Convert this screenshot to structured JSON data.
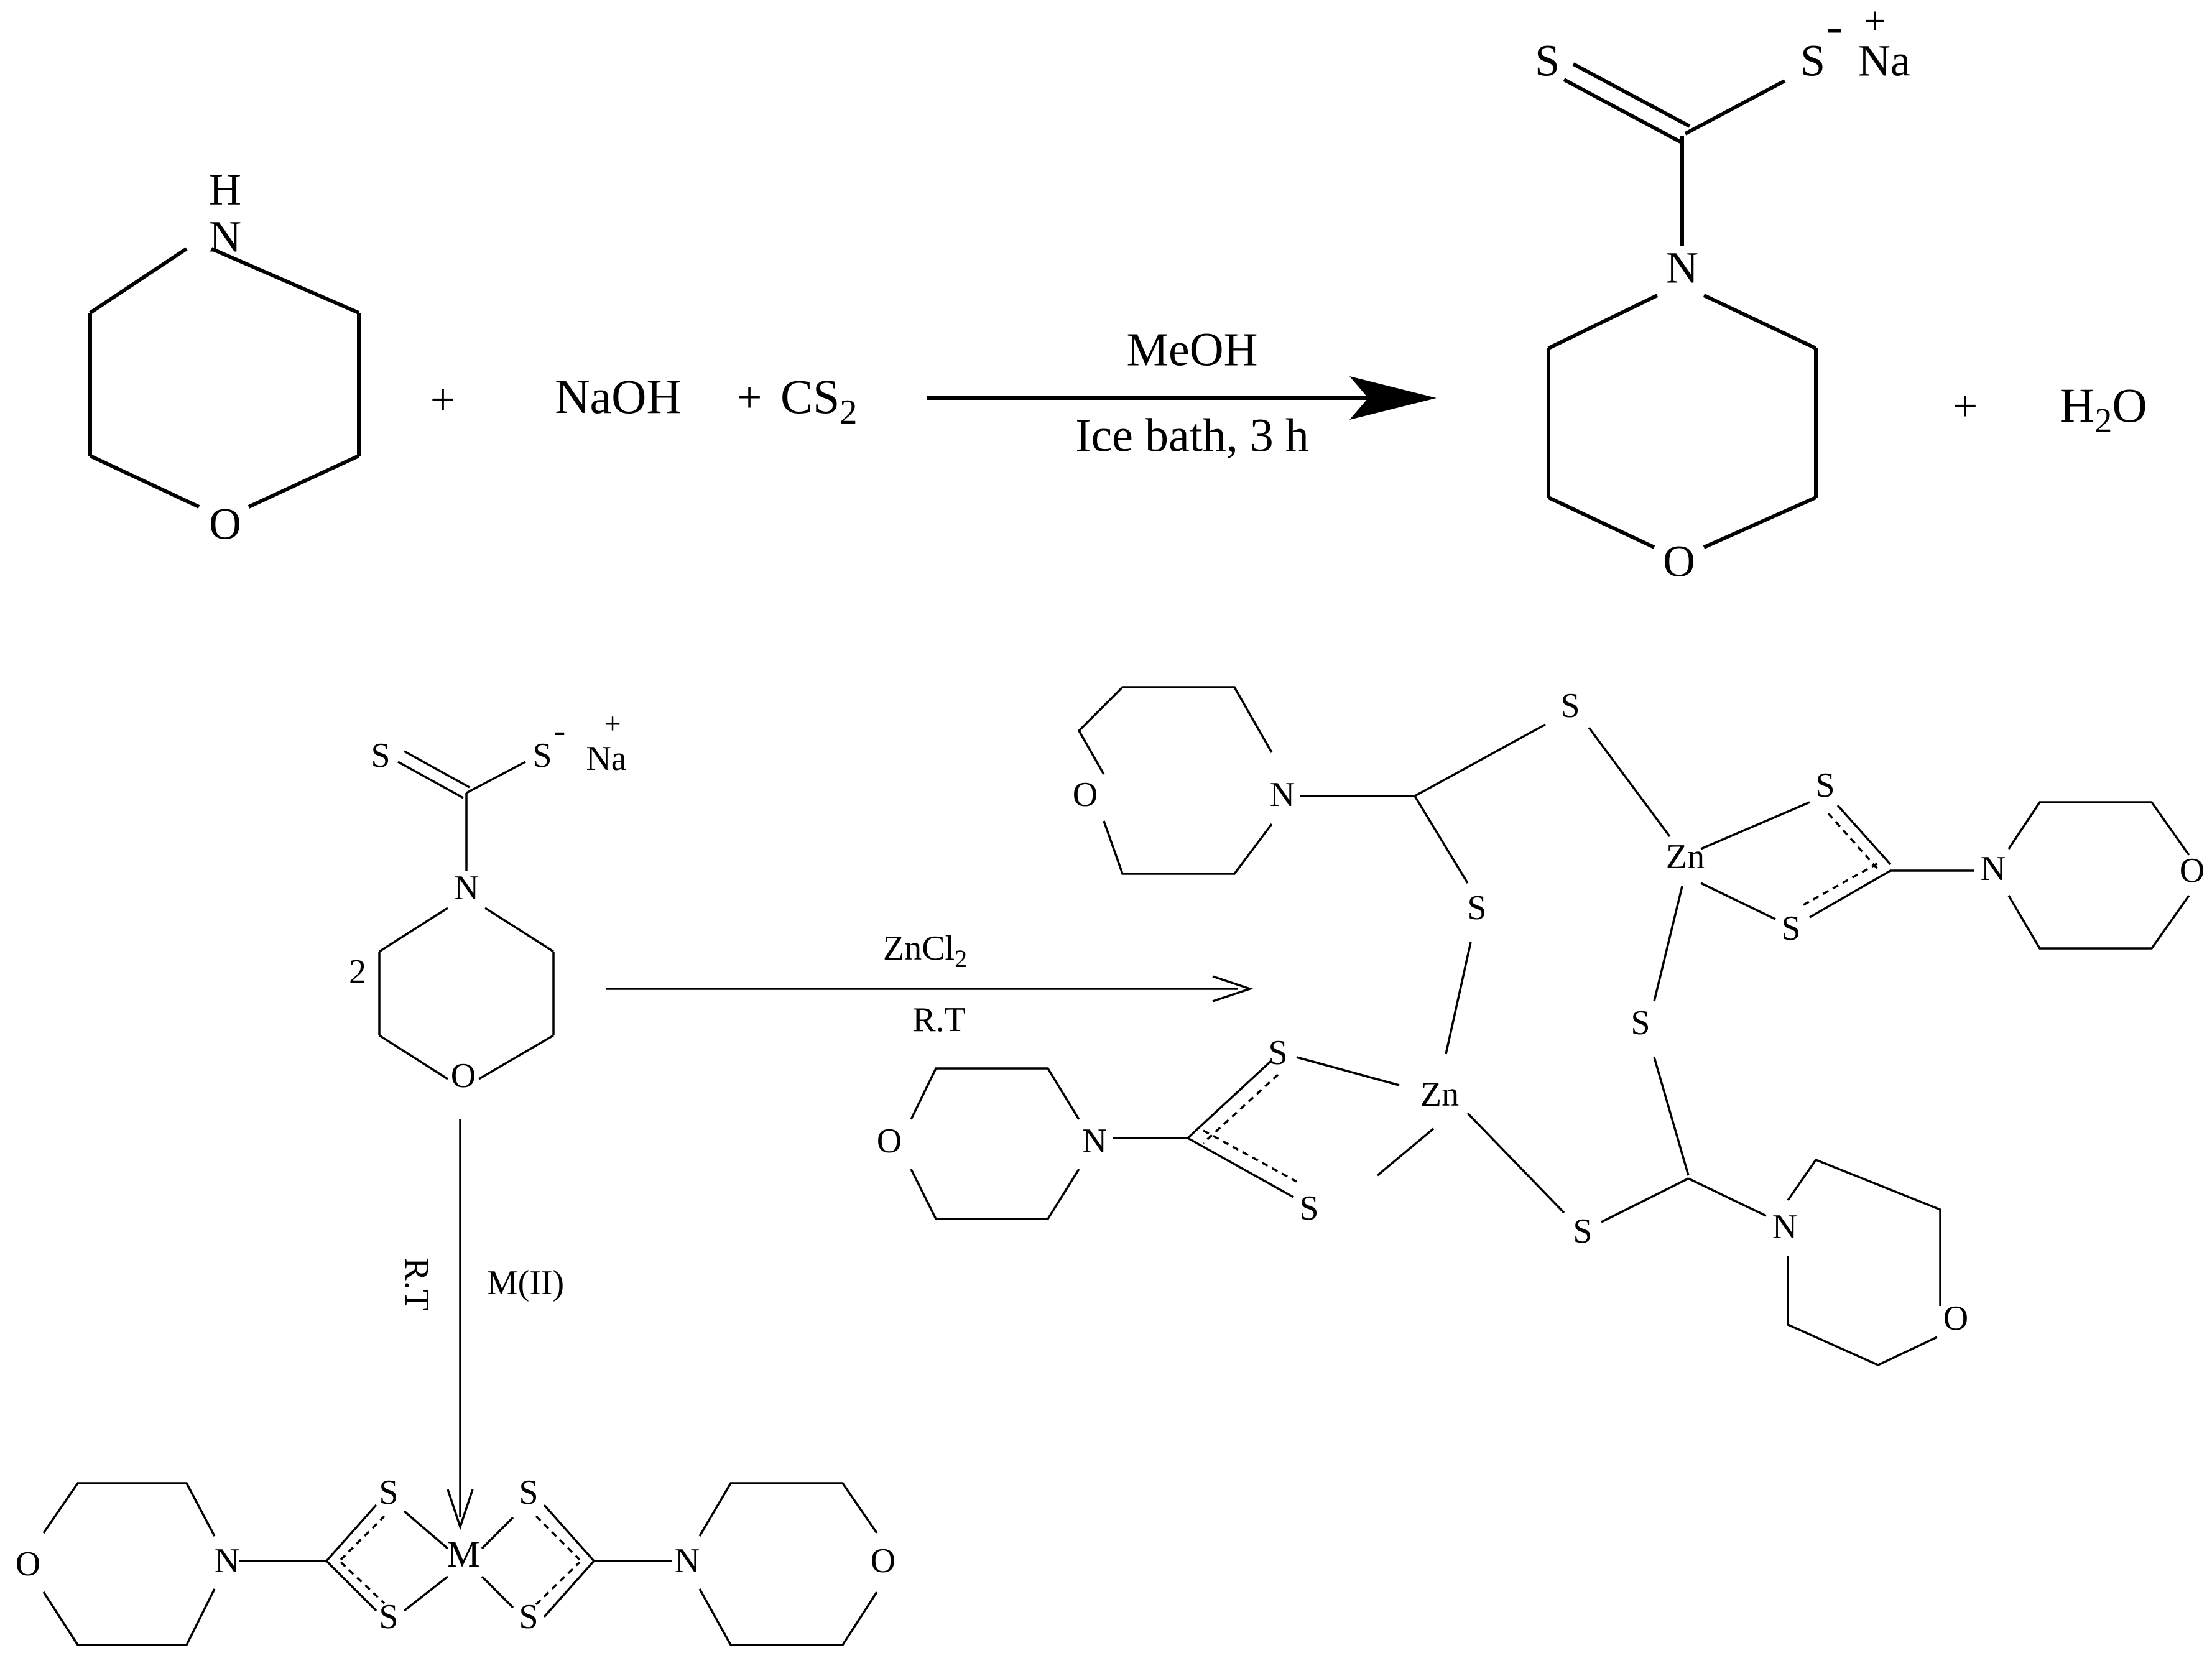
{
  "reaction1": {
    "amine_atoms": {
      "H": "H",
      "N": "N",
      "O": "O"
    },
    "plus_1": "+",
    "reagent_naoh": "NaOH",
    "plus_2": "+",
    "reagent_cs2": "CS",
    "reagent_cs2_sub": "2",
    "arrow_above": "MeOH",
    "arrow_below": "Ice bath, 3 h",
    "product_atoms": {
      "S_thione": "S",
      "S_thiolate": "S",
      "charge_minus": "-",
      "charge_plus": "+",
      "Na": "Na",
      "N": "N",
      "O": "O"
    },
    "plus_3": "+",
    "water": "H",
    "water_sub": "2",
    "water_O": "O"
  },
  "reaction2": {
    "reactant_atoms": {
      "S_thione": "S",
      "S_thiolate": "S",
      "charge_minus": "-",
      "charge_plus": "+",
      "Na": "Na",
      "N": "N",
      "O": "O"
    },
    "stoich": "2",
    "arrow_above": "ZnCl",
    "arrow_above_sub": "2",
    "arrow_below": "R.T",
    "down_arrow_left": "R.T",
    "down_arrow_right": "M(II)",
    "zinc_complex": {
      "S": "S",
      "Zn": "Zn",
      "N": "N",
      "O": "O"
    },
    "metal_complex": {
      "S": "S",
      "M": "M",
      "N": "N",
      "O": "O"
    }
  },
  "colors": {
    "ink": "#000000",
    "background": "#ffffff"
  }
}
